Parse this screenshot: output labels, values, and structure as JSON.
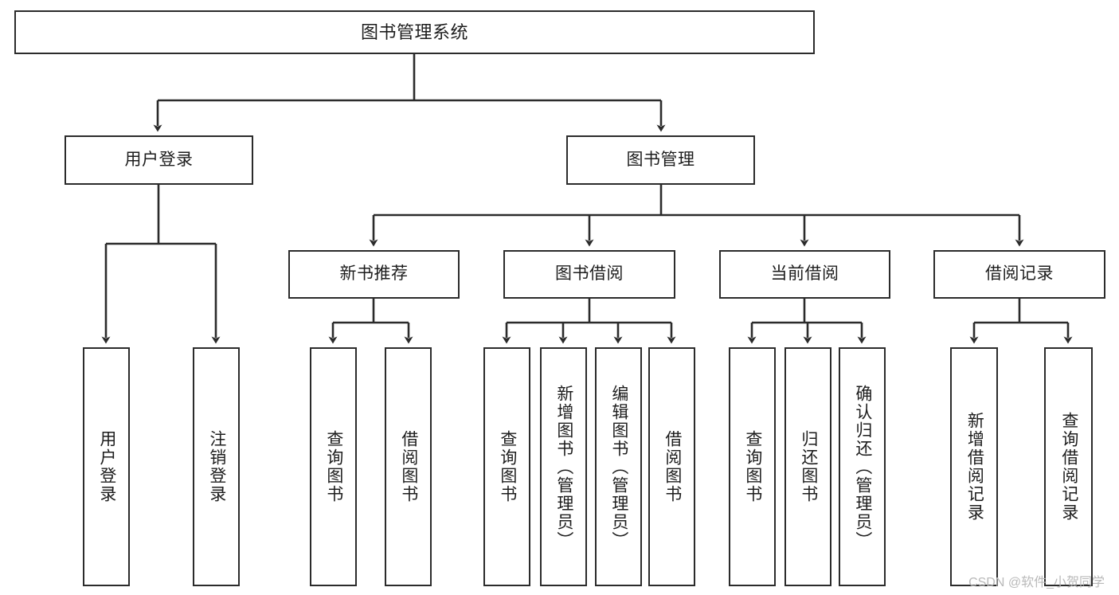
{
  "diagram": {
    "type": "tree-hierarchy-flowchart",
    "title": "图书管理系统",
    "colors": {
      "stroke": "#2b2b2b",
      "fill": "#ffffff",
      "text": "#1d1d1d",
      "watermark": "#b9b9b9"
    },
    "nodes": {
      "root": {
        "label": "图书管理系统"
      },
      "level2": [
        {
          "label": "用户登录"
        },
        {
          "label": "图书管理"
        }
      ],
      "level3": [
        {
          "label": "新书推荐"
        },
        {
          "label": "图书借阅"
        },
        {
          "label": "当前借阅"
        },
        {
          "label": "借阅记录"
        }
      ],
      "leaves": {
        "user_login": [
          {
            "label": "用户登录"
          },
          {
            "label": "注销登录"
          }
        ],
        "new_book_recommend": [
          {
            "label": "查询图书"
          },
          {
            "label": "借阅图书"
          }
        ],
        "book_borrow": [
          {
            "label": "查询图书"
          },
          {
            "label": "新增图书（管理员）"
          },
          {
            "label": "编辑图书（管理员）"
          },
          {
            "label": "借阅图书"
          }
        ],
        "current_borrow": [
          {
            "label": "查询图书"
          },
          {
            "label": "归还图书"
          },
          {
            "label": "确认归还（管理员）"
          }
        ],
        "borrow_record": [
          {
            "label": "新增借阅记录"
          },
          {
            "label": "查询借阅记录"
          }
        ]
      }
    },
    "watermark": "CSDN @软件_小贺同学"
  }
}
